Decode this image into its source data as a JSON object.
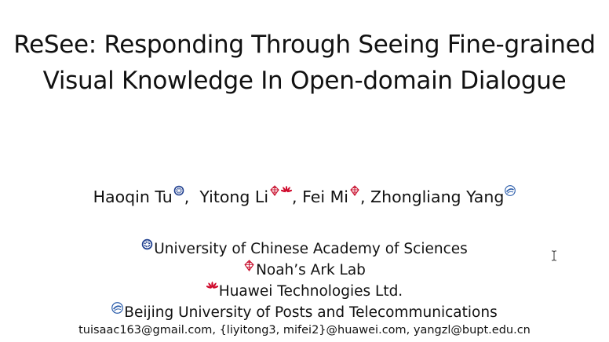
{
  "title": {
    "line1": "ReSee: Responding Through Seeing Fine-grained",
    "line2": "Visual Knowledge In Open-domain Dialogue"
  },
  "authors": [
    {
      "name": "Haoqin Tu",
      "sep": ",  ",
      "marks": [
        "ucas-logo-icon"
      ]
    },
    {
      "name": "Yitong Li",
      "sep": ", ",
      "marks": [
        "noahs-ark-logo-icon",
        "huawei-logo-icon"
      ]
    },
    {
      "name": "Fei Mi",
      "sep": ", ",
      "marks": [
        "noahs-ark-logo-icon"
      ]
    },
    {
      "name": "Zhongliang Yang",
      "sep": "",
      "marks": [
        "bupt-logo-icon"
      ]
    }
  ],
  "affiliations": {
    "ucas": "University of Chinese Academy of Sciences",
    "noah": "Noah’s Ark Lab",
    "huawei": "Huawei Technologies Ltd.",
    "bupt": "Beijing University of Posts and Telecommunications"
  },
  "emails": "tuisaac163@gmail.com, {liyitong3, mifei2}@huawei.com, yangzl@bupt.edu.cn",
  "colors": {
    "ucas_blue": "#1f3f8f",
    "noah_red": "#c8102e",
    "huawei_red": "#cf0a2c",
    "bupt_blue": "#2a5caa"
  }
}
